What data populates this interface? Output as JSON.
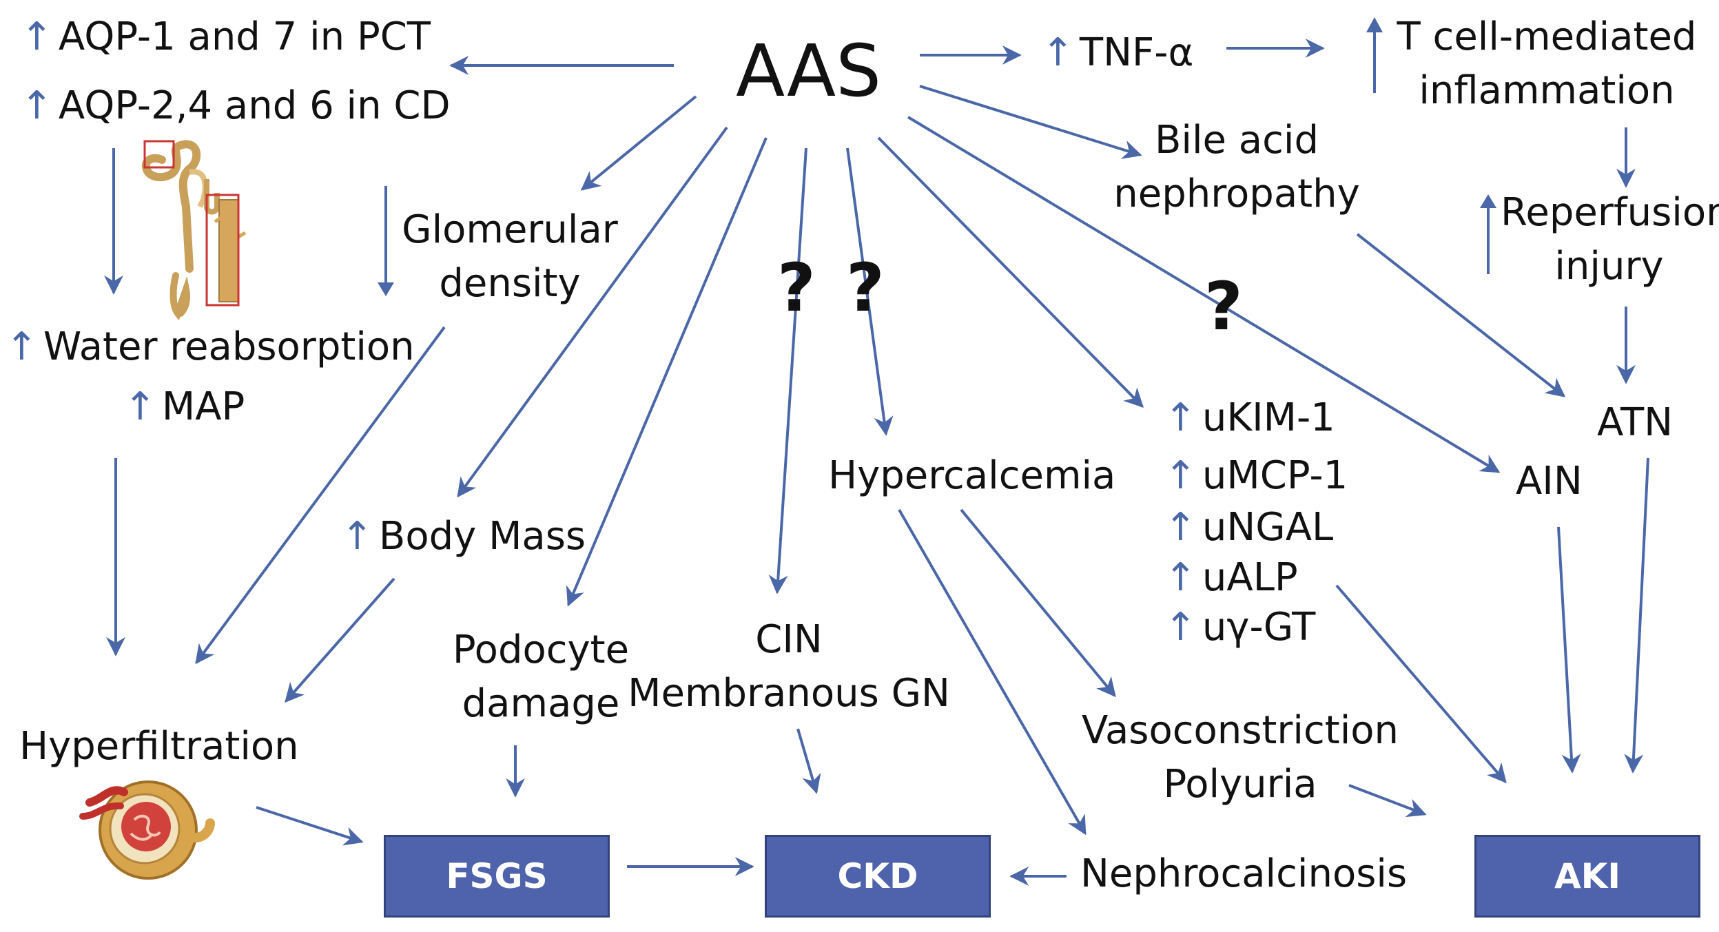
{
  "colors": {
    "arrow": "#4a67a8",
    "box_fill": "#4f63ad",
    "box_text": "#ffffff",
    "text": "#111111"
  },
  "center": "AAS",
  "arrow_glyph": "↑",
  "down_glyph": "↓",
  "question_mark": "?",
  "left": {
    "aqp1": "AQP-1 and 7 in PCT",
    "aqp2": "AQP-2,4 and 6 in CD",
    "water": "Water reabsorption",
    "map": "MAP",
    "hyperfiltration": "Hyperfiltration"
  },
  "middle": {
    "glomerular": [
      "Glomerular",
      "density"
    ],
    "body_mass": "Body Mass",
    "podocyte": [
      "Podocyte",
      "damage"
    ],
    "cin": "CIN",
    "membranous": "Membranous GN",
    "hypercalcemia": "Hypercalcemia",
    "vasoconstriction": "Vasoconstriction",
    "polyuria": "Polyuria",
    "nephrocalcinosis": "Nephrocalcinosis"
  },
  "right": {
    "tnf": "TNF-α",
    "tcell": [
      "T cell-mediated",
      "inflammation"
    ],
    "bile": [
      "Bile acid",
      "nephropathy"
    ],
    "reperfusion": [
      "Reperfusion",
      "injury"
    ],
    "atn": "ATN",
    "ain": "AIN",
    "biomarkers": [
      "uKIM-1",
      "uMCP-1",
      "uNGAL",
      "uALP",
      "uγ-GT"
    ]
  },
  "boxes": {
    "fsgs": "FSGS",
    "ckd": "CKD",
    "aki": "AKI"
  }
}
